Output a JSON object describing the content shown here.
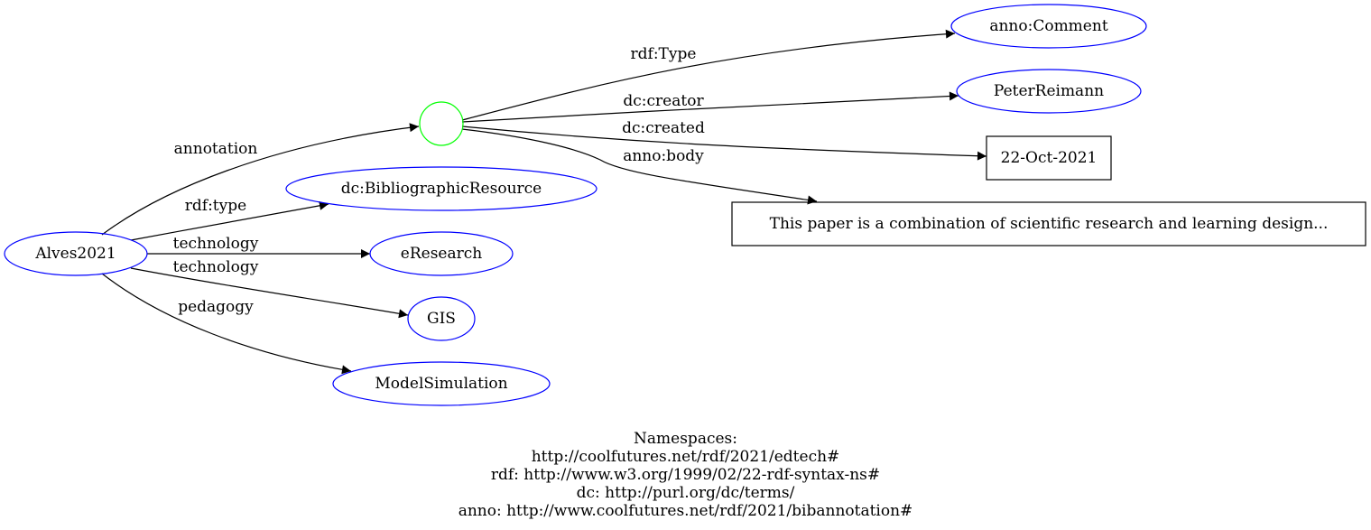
{
  "colors": {
    "resource_stroke": "#0000ff",
    "blank_stroke": "#00ff00",
    "literal_stroke": "#000000",
    "edge": "#000000"
  },
  "nodes": {
    "alves": "Alves2021",
    "blank": "",
    "biblio": "dc:BibliographicResource",
    "eresearch": "eResearch",
    "gis": "GIS",
    "modelsim": "ModelSimulation",
    "comment": "anno:Comment",
    "peter": "PeterReimann",
    "date": "22-Oct-2021",
    "body": "This paper is a combination of scientific research and learning design..."
  },
  "edges": {
    "annotation": "annotation",
    "rdf_type": "rdf:type",
    "technology1": "technology",
    "technology2": "technology",
    "pedagogy": "pedagogy",
    "rdf_Type": "rdf:Type",
    "dc_creator": "dc:creator",
    "dc_created": "dc:created",
    "anno_body": "anno:body"
  },
  "namespaces": {
    "heading": "Namespaces:",
    "lines": [
      "http://coolfutures.net/rdf/2021/edtech#",
      "rdf: http://www.w3.org/1999/02/22-rdf-syntax-ns#",
      "dc: http://purl.org/dc/terms/",
      "anno: http://www.coolfutures.net/rdf/2021/bibannotation#"
    ]
  }
}
